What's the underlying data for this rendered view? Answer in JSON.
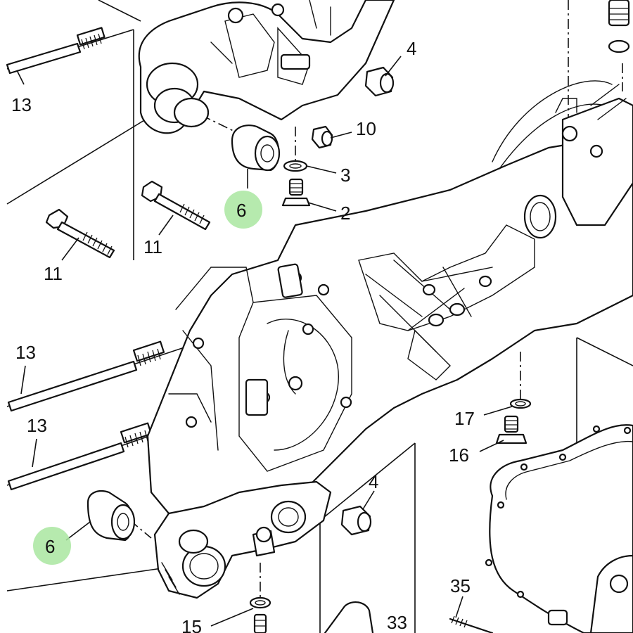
{
  "diagram": {
    "highlight_color": "#a9e6a0",
    "line_color": "#111111",
    "callouts": [
      {
        "id": "c13a",
        "label": "13"
      },
      {
        "id": "c4a",
        "label": "4"
      },
      {
        "id": "c10",
        "label": "10"
      },
      {
        "id": "c3",
        "label": "3"
      },
      {
        "id": "c2",
        "label": "2"
      },
      {
        "id": "c6a",
        "label": "6",
        "highlighted": true
      },
      {
        "id": "c11a",
        "label": "11"
      },
      {
        "id": "c11b",
        "label": "11"
      },
      {
        "id": "c13b",
        "label": "13"
      },
      {
        "id": "c13c",
        "label": "13"
      },
      {
        "id": "c17",
        "label": "17"
      },
      {
        "id": "c16",
        "label": "16"
      },
      {
        "id": "c4b",
        "label": "4"
      },
      {
        "id": "c6b",
        "label": "6",
        "highlighted": true
      },
      {
        "id": "c35",
        "label": "35"
      },
      {
        "id": "c15",
        "label": "15"
      },
      {
        "id": "c33",
        "label": "33"
      }
    ]
  }
}
